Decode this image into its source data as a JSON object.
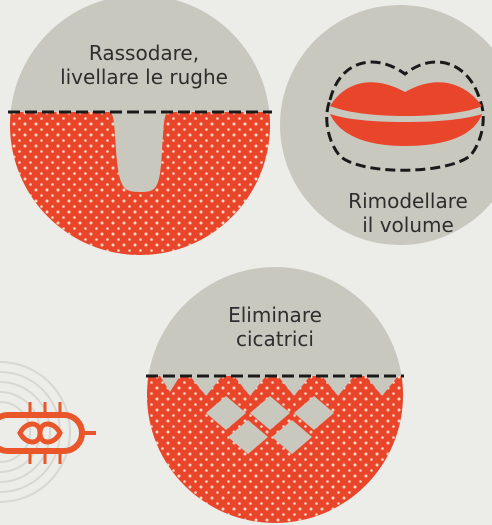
{
  "panels": [
    {
      "id": "firming",
      "label_lines": [
        "Rassodare,",
        "livellare le rughe"
      ]
    },
    {
      "id": "volume",
      "label_lines": [
        "Rimodellare",
        "il volume"
      ]
    },
    {
      "id": "scars",
      "label_lines": [
        "Eliminare",
        "cicatrici"
      ]
    }
  ],
  "colors": {
    "background": "#ecece9",
    "skin_top": "#c9c8bf",
    "filler_red": "#e8452b",
    "dots": "#ffd9c2",
    "dashed_line": "#1a1a1a",
    "text": "#2e2e2e",
    "icon_orange": "#e8562a"
  },
  "icons": [
    "infinity-capsule-icon",
    "concentric-arcs-icon"
  ]
}
